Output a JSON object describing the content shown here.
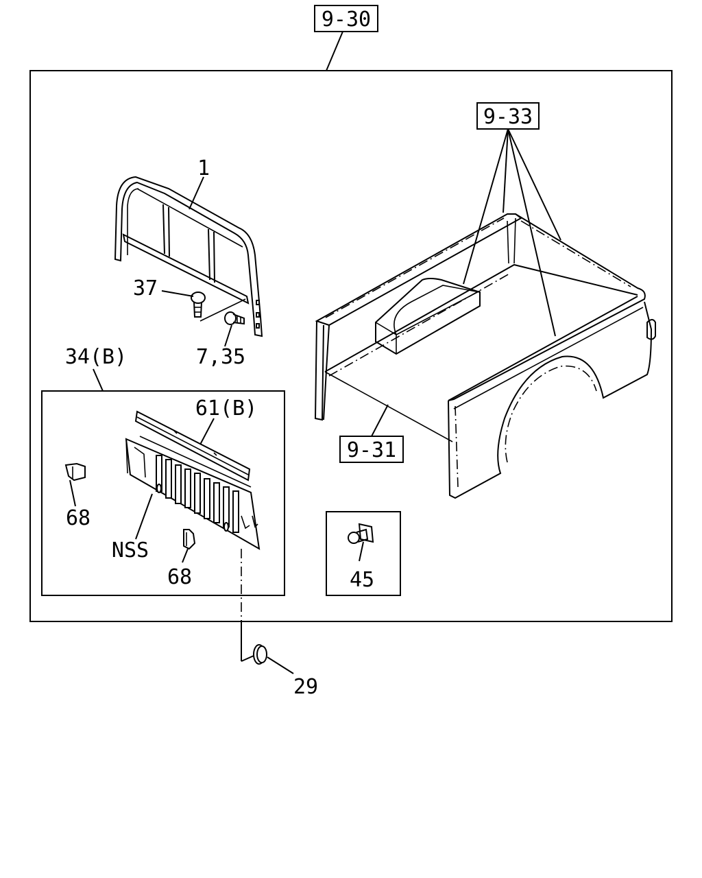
{
  "refs": {
    "top": "9-30",
    "bed_ref": "9-33",
    "floor_ref": "9-31"
  },
  "callouts": {
    "headboard": "1",
    "bolt_37": "37",
    "bolt_7_35": "7,35",
    "tailgate_group": "34(B)",
    "tailgate_top": "61(B)",
    "tailgate_label": "NSS",
    "clip_left": "68",
    "clip_bottom": "68",
    "bolt_45": "45",
    "grommet": "29"
  }
}
